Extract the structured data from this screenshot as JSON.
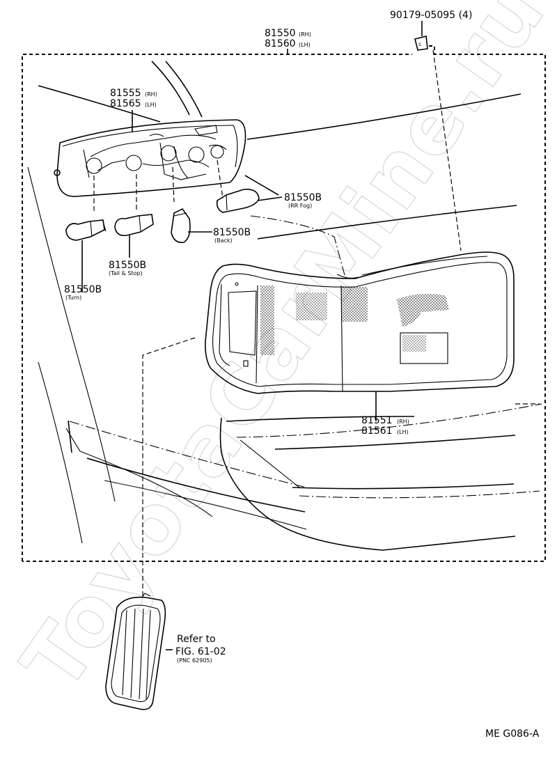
{
  "watermark": "ToyotaCarMine.ru",
  "labels": {
    "clip_part": "90179-05095 (4)",
    "clip_symbol": "c",
    "lamp_assy_rh": "81550",
    "lamp_assy_rh_side": "(RH)",
    "lamp_assy_lh": "81560",
    "lamp_assy_lh_side": "(LH)",
    "socket_rh": "81555",
    "socket_rh_side": "(RH)",
    "socket_lh": "81565",
    "socket_lh_side": "(LH)",
    "bulb_fog": "81550B",
    "bulb_fog_note": "(RR Fog)",
    "bulb_back": "81550B",
    "bulb_back_note": "(Back)",
    "bulb_tail": "81550B",
    "bulb_tail_note": "(Tail & Stop)",
    "bulb_turn": "81550B",
    "bulb_turn_note": "(Turn)",
    "lens_rh": "81551",
    "lens_rh_side": "(RH)",
    "lens_lh": "81561",
    "lens_lh_side": "(LH)",
    "refer_line1": "Refer to",
    "refer_line2": "FIG. 61-02",
    "refer_line3": "(PNC 62905)",
    "figure_code": "ME G086-A"
  },
  "colors": {
    "line": "#000000",
    "watermark": "#d8d8d8",
    "background": "#ffffff"
  }
}
